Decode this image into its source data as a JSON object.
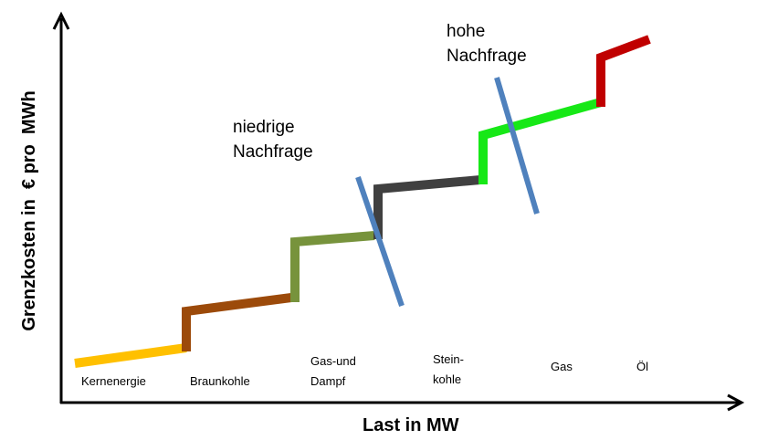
{
  "axes": {
    "x_label": "Last in MW",
    "y_label": "Grenzkosten in  € pro  MWh"
  },
  "sources": [
    {
      "id": "kernenergie",
      "lines": [
        "Kernenergie"
      ],
      "color": "#FFC000"
    },
    {
      "id": "braunkohle",
      "lines": [
        "Braunkohle"
      ],
      "color": "#9C4A0A"
    },
    {
      "id": "gas-und-dampf",
      "lines": [
        "Gas-und",
        "Dampf"
      ],
      "color": "#77933C"
    },
    {
      "id": "steinkohle",
      "lines": [
        "Stein-",
        "kohle"
      ],
      "color": "#404040"
    },
    {
      "id": "gas",
      "lines": [
        "Gas"
      ],
      "color": "#17E817"
    },
    {
      "id": "oel",
      "lines": [
        "Öl"
      ],
      "color": "#C00000"
    }
  ],
  "demand": [
    {
      "id": "niedrige-nachfrage",
      "lines": [
        "niedrige",
        "Nachfrage"
      ],
      "color": "#4F81BD"
    },
    {
      "id": "hohe-nachfrage",
      "lines": [
        "hohe",
        "Nachfrage"
      ],
      "color": "#4F81BD"
    }
  ]
}
